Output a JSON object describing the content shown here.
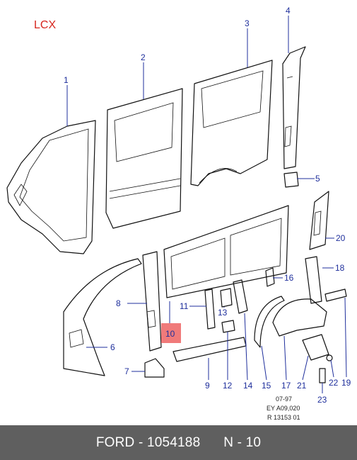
{
  "region_code": "LCX",
  "callouts": [
    "1",
    "2",
    "3",
    "4",
    "5",
    "6",
    "8",
    "9",
    "10",
    "11",
    "12",
    "13",
    "14",
    "15",
    "16",
    "17",
    "18",
    "19",
    "20",
    "21",
    "22",
    "23",
    "7"
  ],
  "highlight_callout": "10",
  "info_block": {
    "line1": "07-97",
    "line2": "EY A09,020",
    "line3": "R 13153 01"
  },
  "footer": {
    "brand": "FORD",
    "separator": " - ",
    "part_number": "1054188",
    "gap": "      ",
    "ref": "N - 10"
  },
  "colors": {
    "callout": "#1f2f9c",
    "region": "#d7261e",
    "highlight": "#f07a7a",
    "footer_bg": "#5f5f5f"
  }
}
